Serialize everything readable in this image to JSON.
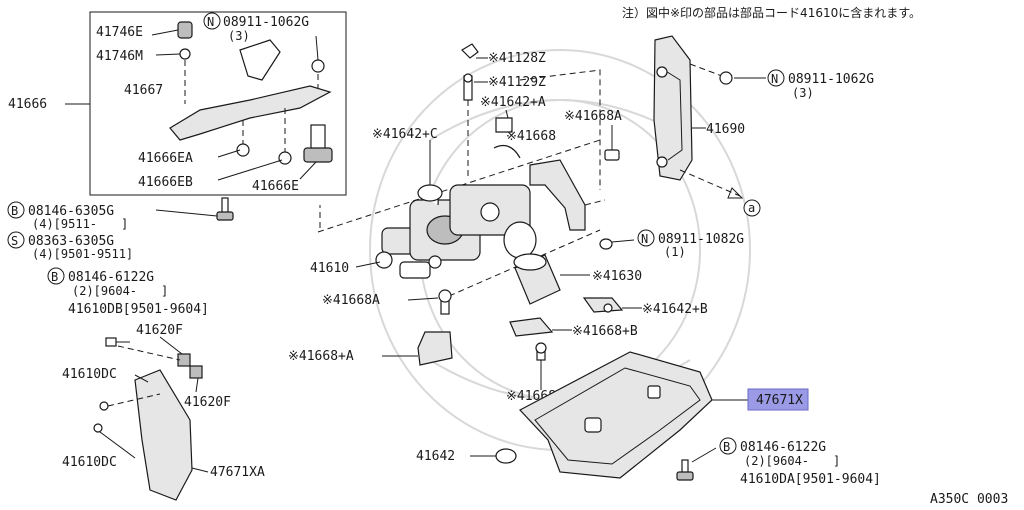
{
  "note": "注）図中※印の部品は部品コード41610に含まれます。",
  "figure_code": "A350C 0003",
  "labels": {
    "p41746E": "41746E",
    "p41746M": "41746M",
    "p41666": "41666",
    "p41667": "41667",
    "p41666EA": "41666EA",
    "p41666EB": "41666EB",
    "p41666E": "41666E",
    "n08911_1062G_top_code": "08911-1062G",
    "n08911_1062G_top_qty": "(3)",
    "b08146_6305G_code": "08146-6305G",
    "b08146_6305G_sub": "(4)[9511-　　]",
    "s08363_6305G_code": "08363-6305G",
    "s08363_6305G_sub": "(4)[9501-9511]",
    "b08146_6122G_left_code": "08146-6122G",
    "b08146_6122G_left_sub": "(2)[9604-　　]",
    "p41610DB": "41610DB[9501-9604]",
    "p41620F_top": "41620F",
    "p41610DC_a": "41610DC",
    "p41620F_bot": "41620F",
    "p41610DC_b": "41610DC",
    "p47671XA": "47671XA",
    "x41128Z": "※41128Z",
    "x41129Z": "※41129Z",
    "x41642A": "※41642+A",
    "x41642C": "※41642+C",
    "x41668": "※41668",
    "x41668A_top": "※41668A",
    "p41690": "41690",
    "n08911_1062G_right_code": "08911-1062G",
    "n08911_1062G_right_qty": "(3)",
    "n08911_1082G_code": "08911-1082G",
    "n08911_1082G_qty": "(1)",
    "p41610": "41610",
    "x41630": "※41630",
    "x41668A_mid": "※41668A",
    "x41642B": "※41642+B",
    "x41668B": "※41668+B",
    "x41668A_low": "※41668+A",
    "x41668AA": "※41668AA",
    "p47671X": "47671X",
    "p41642": "41642",
    "b08146_6122G_right_code": "08146-6122G",
    "b08146_6122G_right_sub": "(2)[9604-　　]",
    "p41610DA": "41610DA[9501-9604]"
  },
  "symbols": {
    "n": "N",
    "b": "B",
    "s": "S",
    "a": "a"
  },
  "colors": {
    "highlight": "#9a9ae6",
    "ink": "#1a1a1a"
  }
}
